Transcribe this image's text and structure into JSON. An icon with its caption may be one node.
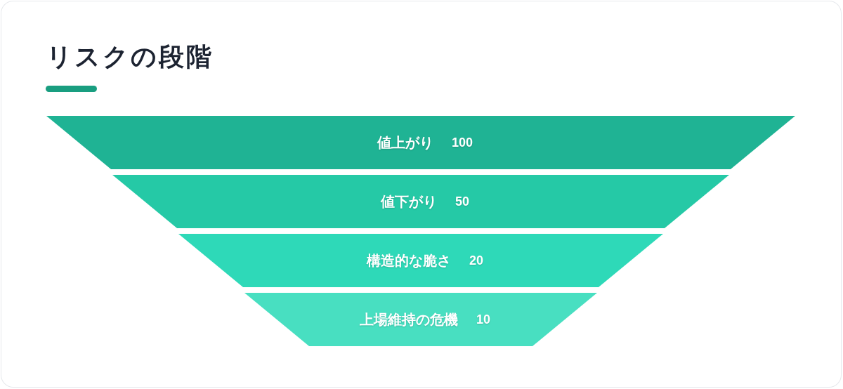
{
  "diagram": {
    "title": "リスクの段階",
    "nodes": [
      {
        "text": [
          "値上がり",
          "100"
        ]
      },
      {
        "text": [
          "値下がり",
          "50"
        ]
      },
      {
        "text": [
          "構造的な脆さ",
          "20"
        ]
      },
      {
        "text": [
          "上場維持の危機",
          "10"
        ]
      }
    ]
  }
}
